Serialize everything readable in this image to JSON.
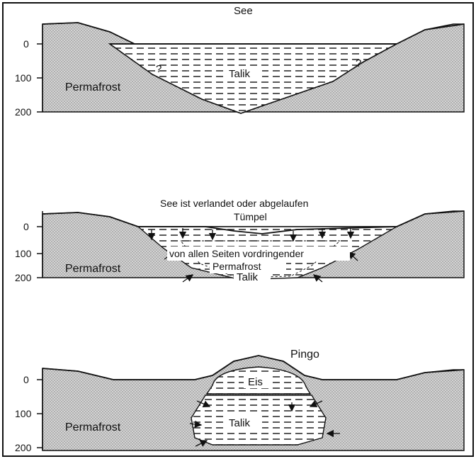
{
  "panels": [
    {
      "top_title": "See",
      "subtitle": "",
      "depth_ticks": [
        "0",
        "100",
        "200"
      ],
      "ground_label": "Permafrost",
      "labels": [
        "Talik",
        "?",
        "?"
      ]
    },
    {
      "top_title": "See ist verlandet oder abgelaufen",
      "subtitle": "Tümpel",
      "depth_ticks": [
        "0",
        "100",
        "200"
      ],
      "ground_label": "Permafrost",
      "labels": [
        "von allen Seiten vordringender",
        "Permafrost",
        "Talik"
      ]
    },
    {
      "top_title": "Pingo",
      "subtitle": "Eis",
      "depth_ticks": [
        "0",
        "100",
        "200"
      ],
      "ground_label": "Permafrost",
      "labels": [
        "Talik"
      ]
    }
  ],
  "colors": {
    "stipple": "#8a8a8a",
    "stipple_bg": "#d9d9d9",
    "ink": "#111111",
    "background": "#ffffff"
  }
}
